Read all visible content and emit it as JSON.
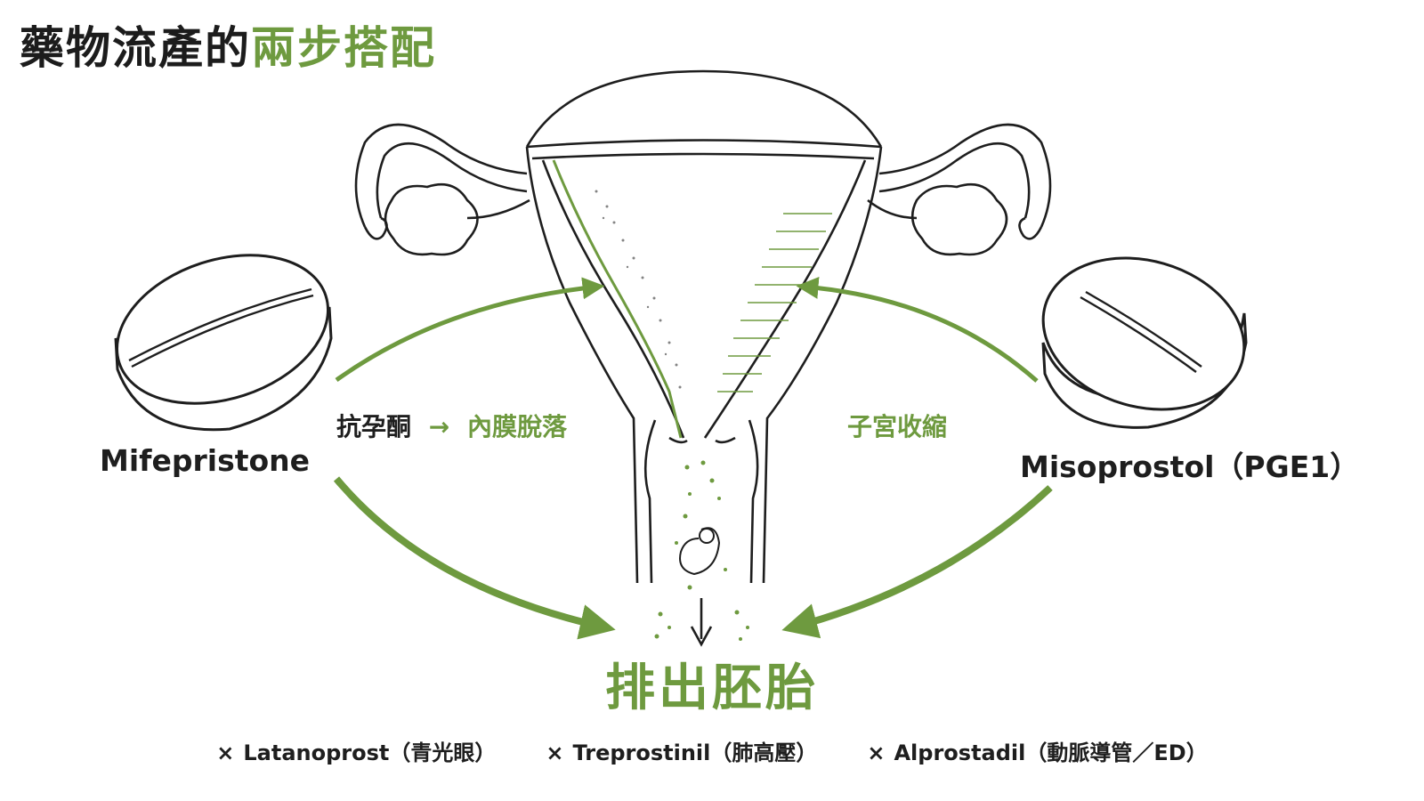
{
  "title": {
    "main": "藥物流產的",
    "accent": "兩步搭配"
  },
  "left_drug": {
    "name": "Mifepristone",
    "effect_drug": "抗孕酮",
    "arrow": "→",
    "effect": "內膜脫落"
  },
  "right_drug": {
    "name": "Misoprostol（PGE1）",
    "effect": "子宮收縮"
  },
  "result": "排出胚胎",
  "footnotes": [
    {
      "mark": "×",
      "text": "Latanoprost（青光眼）"
    },
    {
      "mark": "×",
      "text": "Treprostinil（肺高壓）"
    },
    {
      "mark": "×",
      "text": "Alprostadil（動脈導管／ED）"
    }
  ],
  "colors": {
    "accent": "#6e9a3f",
    "ink": "#1e1e1e"
  },
  "icons": [
    "pill-icon",
    "uterus-illustration",
    "embryo-icon"
  ]
}
